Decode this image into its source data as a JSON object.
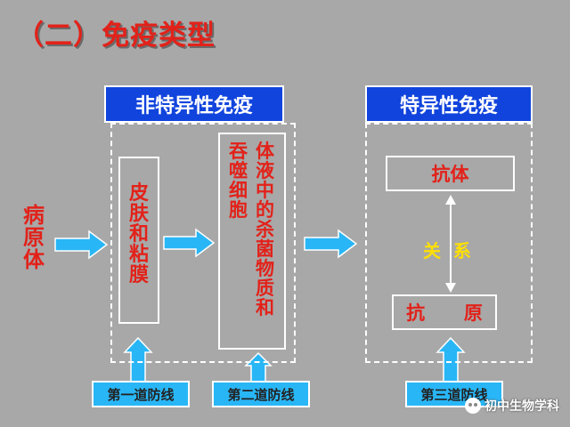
{
  "title": "（二）免疫类型",
  "nonspecific": {
    "header": "非特异性免疫",
    "box1": [
      "皮",
      "肤",
      "和",
      "粘",
      "膜"
    ],
    "box2_left": [
      "吞",
      "噬",
      "细",
      "胞"
    ],
    "box2_right": [
      "体",
      "液",
      "中",
      "的",
      "杀",
      "菌",
      "物",
      "质",
      "和"
    ],
    "line1_label": "第一道防线",
    "line2_label": "第二道防线"
  },
  "pathogen": [
    "病",
    "原",
    "体"
  ],
  "specific": {
    "header": "特异性免疫",
    "antibody": "抗体",
    "relation": "关  系",
    "antigen": "抗      原",
    "line3_label": "第三道防线"
  },
  "watermark": "初中生物学科",
  "colors": {
    "background": "#a8a8a8",
    "title": "#e2221a",
    "header": "#1144dd",
    "arrow": "#29b6f6",
    "relation": "#ffe000"
  }
}
